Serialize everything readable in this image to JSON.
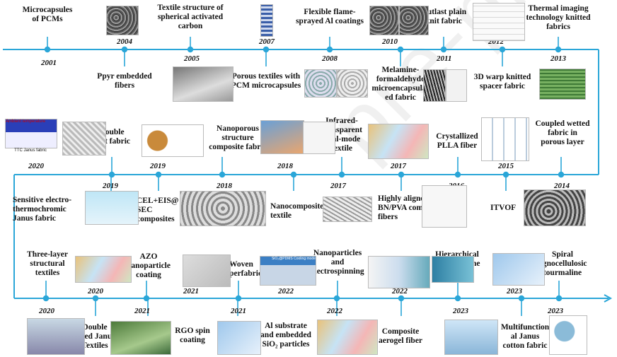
{
  "watermark": "pre-proofs",
  "row1": {
    "labels": [
      "Microcapsules\nof PCMs",
      "Ppyr embedded\nfibers",
      "Textile structure of\nspherical activated\ncarbon",
      "Porous textiles with\nPCM microcapsules",
      "Flexible flame-\nsprayed Al coatings",
      "Melamine-\nformaldehyde\nmicroencapsulat\ned fabric",
      "Outlast plain\nknit fabric",
      "3D warp knitted\nspacer fabric",
      "Thermal imaging\ntechnology knitted\nfabrics"
    ],
    "years": [
      "2001",
      "2004",
      "2005",
      "2007",
      "2008",
      "2010",
      "2011",
      "2012",
      "2013"
    ]
  },
  "row2": {
    "labels": [
      "Double\nknit fabric",
      "Nanoporous\nstructure\ncomposite fabric",
      "Infrared-\ntransparent\ndual-mode\ntextile",
      "Crystallized\nPLLA fiber",
      "Coupled wetted\nfabric in\nporous layer",
      "Sensitive electro-\nthermochromic\nJanus fabric",
      "CEL+EIS@\nSEC\ncomposites",
      "Nanocomposite\ntextile",
      "Highly aligned\nBN/PVA composite\nfibers",
      "ITVOF"
    ],
    "years": [
      "2020",
      "2019",
      "2019",
      "2018",
      "2018",
      "2017",
      "2017",
      "2016",
      "2015",
      "2014"
    ]
  },
  "row3": {
    "labels": [
      "Three-layer\nstructural\ntextiles",
      "AZO\nnanoparticle\ncoating",
      "Woven\nhyperfabric",
      "Nanoparticles\nand\nelectrospinning",
      "Hierarchical\npolyurethane\n/MOF",
      "Spiral\nlignocellulosic\ntourmaline",
      "Double\nsided Janus\nTextiles",
      "RGO spin\ncoating",
      "Al substrate\nand embedded\nSiO₂ particles",
      "Composite\naerogel fiber",
      "Multifunction\nal Janus\ncotton fabric"
    ],
    "years": [
      "2020",
      "2020",
      "2021",
      "2021",
      "2021",
      "2022",
      "2022",
      "2022",
      "2023",
      "2023",
      "2023"
    ]
  },
  "image_text": {
    "ambient": "Ambient temperature",
    "ttc": "TTC Janus fabric",
    "cooling": "Cooling\nmode",
    "sio2": "SiO₂@PDMS"
  },
  "colors": {
    "line": "#2aa6d8",
    "dot": "#2aa6d8"
  }
}
